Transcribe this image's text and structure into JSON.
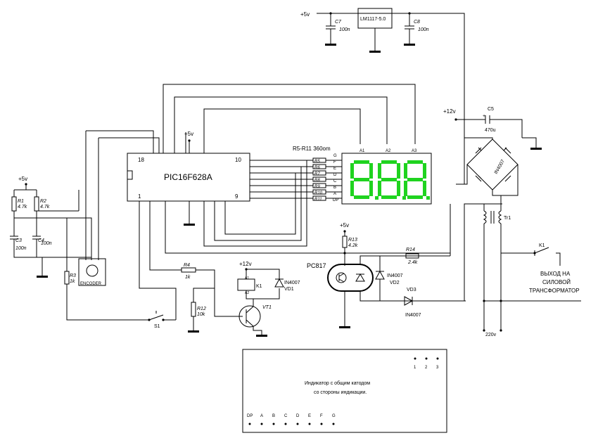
{
  "mcu": {
    "name": "PIC16F628A",
    "pin18": "18",
    "pin10": "10",
    "pin1": "1",
    "pin9": "9"
  },
  "regulator": {
    "name": "LM1117-5.0"
  },
  "supplies": {
    "v5": "+5v",
    "v12": "+12v"
  },
  "caps": {
    "c7": {
      "ref": "C7",
      "value": "100n"
    },
    "c8": {
      "ref": "C8",
      "value": "100n"
    },
    "c5": {
      "ref": "C5",
      "value": "470u"
    },
    "c3": {
      "ref": "C3",
      "value": "100n"
    },
    "c4": {
      "ref": "C4",
      "value": "100n"
    },
    "c5_plus": "+"
  },
  "resistors": {
    "r1": {
      "ref": "R1",
      "value": "4.7k"
    },
    "r2": {
      "ref": "R2",
      "value": "4.7k"
    },
    "r3": {
      "ref": "R3",
      "value": "1k"
    },
    "r4": {
      "ref": "R4",
      "value": "1k"
    },
    "r12": {
      "ref": "R12",
      "value": "10k"
    },
    "r13": {
      "ref": "R13",
      "value": "4.2k"
    },
    "r14": {
      "ref": "R14",
      "value": "2.4k"
    },
    "group": "R5-R11 360om",
    "segment_refs": [
      "R5",
      "R6",
      "R7",
      "R8",
      "R9",
      "R10",
      "R11"
    ]
  },
  "display": {
    "segments": [
      "G",
      "F",
      "E",
      "D",
      "C",
      "B",
      "A",
      "DP"
    ],
    "anodes": [
      "A1",
      "A2",
      "A3"
    ],
    "color": "#1fd31f"
  },
  "bridge_label": "IN4007",
  "encoder_label": "ENCODER",
  "switch_label": "S1",
  "transistor_label": "VT1",
  "relay": {
    "ref": "K1",
    "pin_a1": "A1",
    "pin_a2": "A2"
  },
  "diodes": {
    "vd1": {
      "part": "IN4007",
      "ref": "VD1"
    },
    "vd2": {
      "part": "IN4007",
      "ref": "VD2"
    },
    "vd3": {
      "ref": "VD3",
      "part": "IN4007"
    }
  },
  "optocoupler": "PC817",
  "transformer": "Tr1",
  "relay_contact": "K1",
  "output_text": [
    "ВЫХОД НА",
    "СИЛОВОЙ",
    "ТРАНСФОРМАТОР"
  ],
  "mains": "220v",
  "panel": {
    "caption": [
      "Индикатор с общим катодом",
      "со стороны индикации."
    ],
    "digit_pins": [
      "1",
      "2",
      "3"
    ],
    "bottom_pins": [
      "DP",
      "A",
      "B",
      "C",
      "D",
      "E",
      "F",
      "G"
    ]
  }
}
